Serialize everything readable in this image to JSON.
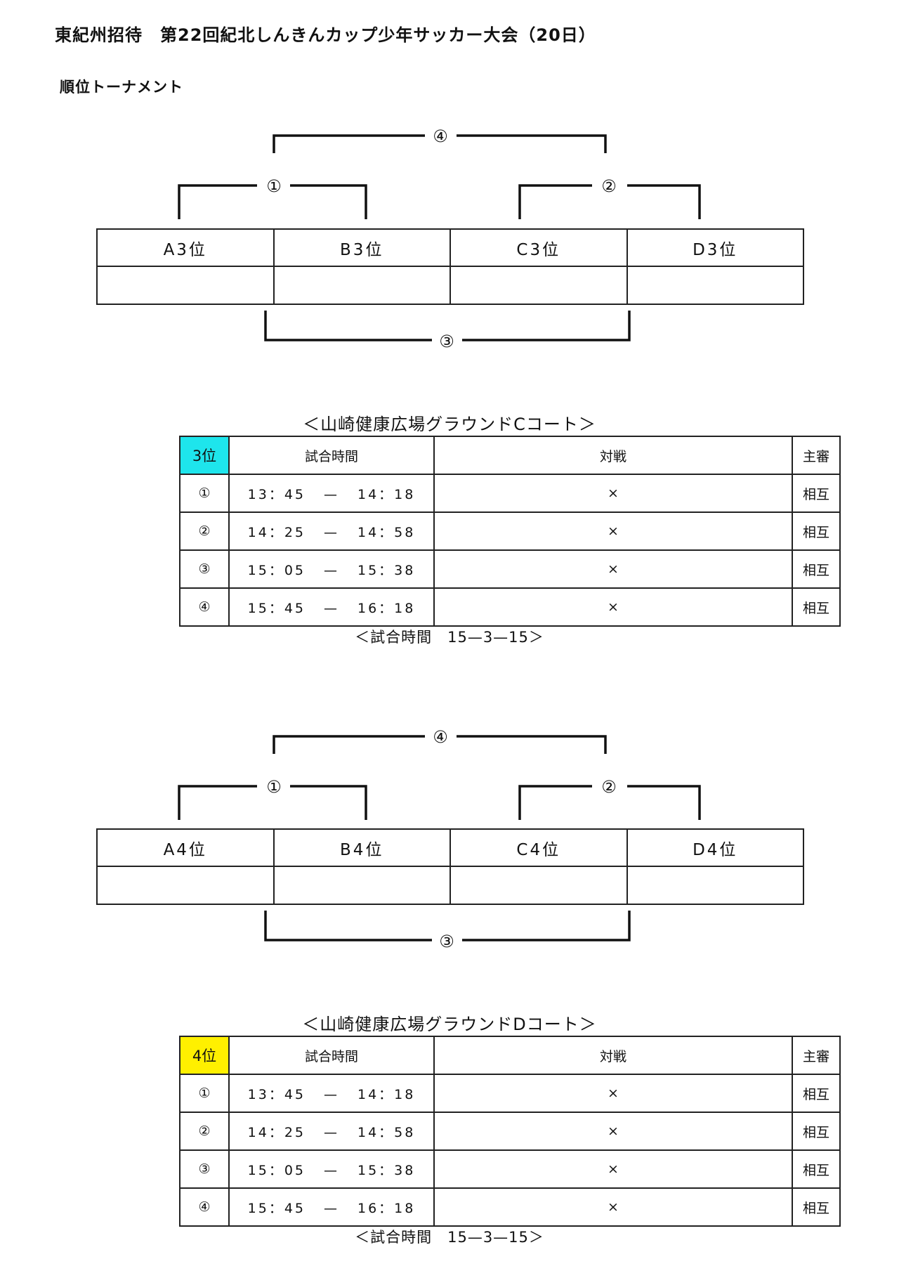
{
  "header": {
    "title": "東紀州招待　第22回紀北しんきんカップ少年サッカー大会（20日）",
    "subtitle": "順位トーナメント"
  },
  "sections": [
    {
      "match_labels": [
        "①",
        "②",
        "③",
        "④"
      ],
      "teams": [
        "A3位",
        "B3位",
        "C3位",
        "D3位"
      ],
      "court": "＜山崎健康広場グラウンドCコート＞",
      "schedule": {
        "rank_label": "3位",
        "rank_color": "#1ee5ec",
        "headers": {
          "time": "試合時間",
          "match": "対戦",
          "referee": "主審"
        },
        "rows": [
          {
            "num": "①",
            "start": "13：45",
            "dash": "—",
            "end": "14：18",
            "match": "×",
            "referee": "相互"
          },
          {
            "num": "②",
            "start": "14：25",
            "dash": "—",
            "end": "14：58",
            "match": "×",
            "referee": "相互"
          },
          {
            "num": "③",
            "start": "15：05",
            "dash": "—",
            "end": "15：38",
            "match": "×",
            "referee": "相互"
          },
          {
            "num": "④",
            "start": "15：45",
            "dash": "—",
            "end": "16：18",
            "match": "×",
            "referee": "相互"
          }
        ]
      },
      "note": "＜試合時間　15—3—15＞"
    },
    {
      "match_labels": [
        "①",
        "②",
        "③",
        "④"
      ],
      "teams": [
        "A4位",
        "B4位",
        "C4位",
        "D4位"
      ],
      "court": "＜山崎健康広場グラウンドDコート＞",
      "schedule": {
        "rank_label": "4位",
        "rank_color": "#fff000",
        "headers": {
          "time": "試合時間",
          "match": "対戦",
          "referee": "主審"
        },
        "rows": [
          {
            "num": "①",
            "start": "13：45",
            "dash": "—",
            "end": "14：18",
            "match": "×",
            "referee": "相互"
          },
          {
            "num": "②",
            "start": "14：25",
            "dash": "—",
            "end": "14：58",
            "match": "×",
            "referee": "相互"
          },
          {
            "num": "③",
            "start": "15：05",
            "dash": "—",
            "end": "15：38",
            "match": "×",
            "referee": "相互"
          },
          {
            "num": "④",
            "start": "15：45",
            "dash": "—",
            "end": "16：18",
            "match": "×",
            "referee": "相互"
          }
        ]
      },
      "note": "＜試合時間　15—3—15＞"
    }
  ]
}
